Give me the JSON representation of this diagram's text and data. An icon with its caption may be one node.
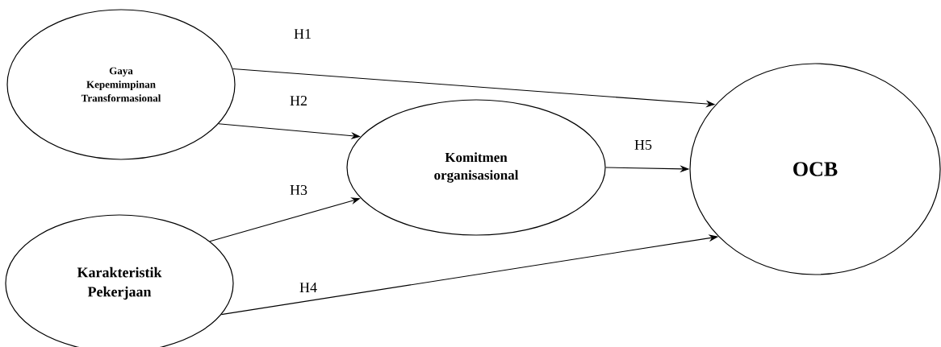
{
  "diagram": {
    "nodes": [
      {
        "text": [
          "Gaya Kepemimpinan Transformasional"
        ]
      },
      {
        "text": [
          "Karakteristik Pekerjaan"
        ]
      },
      {
        "text": [
          "Komitmen organisasional"
        ]
      },
      {
        "text": [
          "OCB"
        ]
      }
    ],
    "edges": [
      {
        "from": 0,
        "to": 3,
        "arrow": "to",
        "label": "H1"
      },
      {
        "from": 0,
        "to": 2,
        "arrow": "to",
        "label": "H2"
      },
      {
        "from": 1,
        "to": 2,
        "arrow": "to",
        "label": "H3"
      },
      {
        "from": 1,
        "to": 3,
        "arrow": "to",
        "label": "H4"
      },
      {
        "from": 2,
        "to": 3,
        "arrow": "to",
        "label": "H5"
      }
    ]
  }
}
